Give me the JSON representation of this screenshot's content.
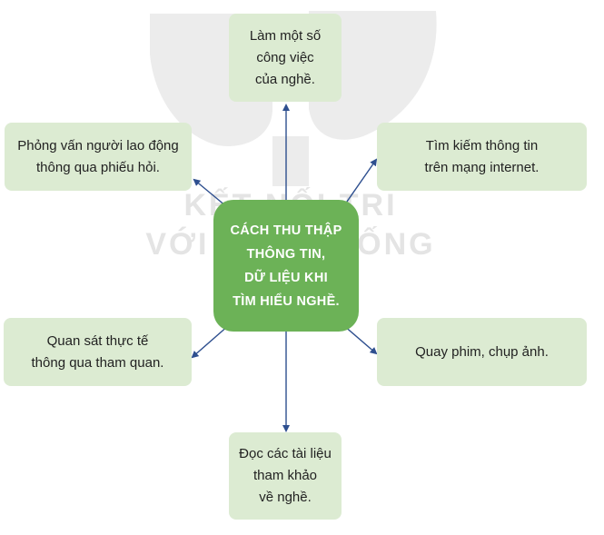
{
  "watermark": {
    "line1": "KẾT NỐI TRI THỨC",
    "line2": "VỚI CUỘC SỐNG"
  },
  "center": {
    "label": "CÁCH THU THẬP\nTHÔNG TIN,\nDỮ LIỆU KHI\nTÌM HIỂU NGHỀ."
  },
  "nodes": {
    "top": "Làm một số\ncông việc\ncủa nghề.",
    "top_left": "Phỏng vấn người lao động\nthông qua phiếu hỏi.",
    "top_right": "Tìm kiếm thông tin\ntrên mạng internet.",
    "bottom_left": "Quan sát thực tế\nthông qua tham quan.",
    "bottom_right": "Quay phim, chụp ảnh.",
    "bottom": "Đọc các tài liệu\ntham khảo\nvề nghề."
  },
  "colors": {
    "center_fill": "#6cb257",
    "node_fill": "#dcebd2",
    "arrow": "#2e4f8f",
    "watermark": "#e4e4e4"
  }
}
